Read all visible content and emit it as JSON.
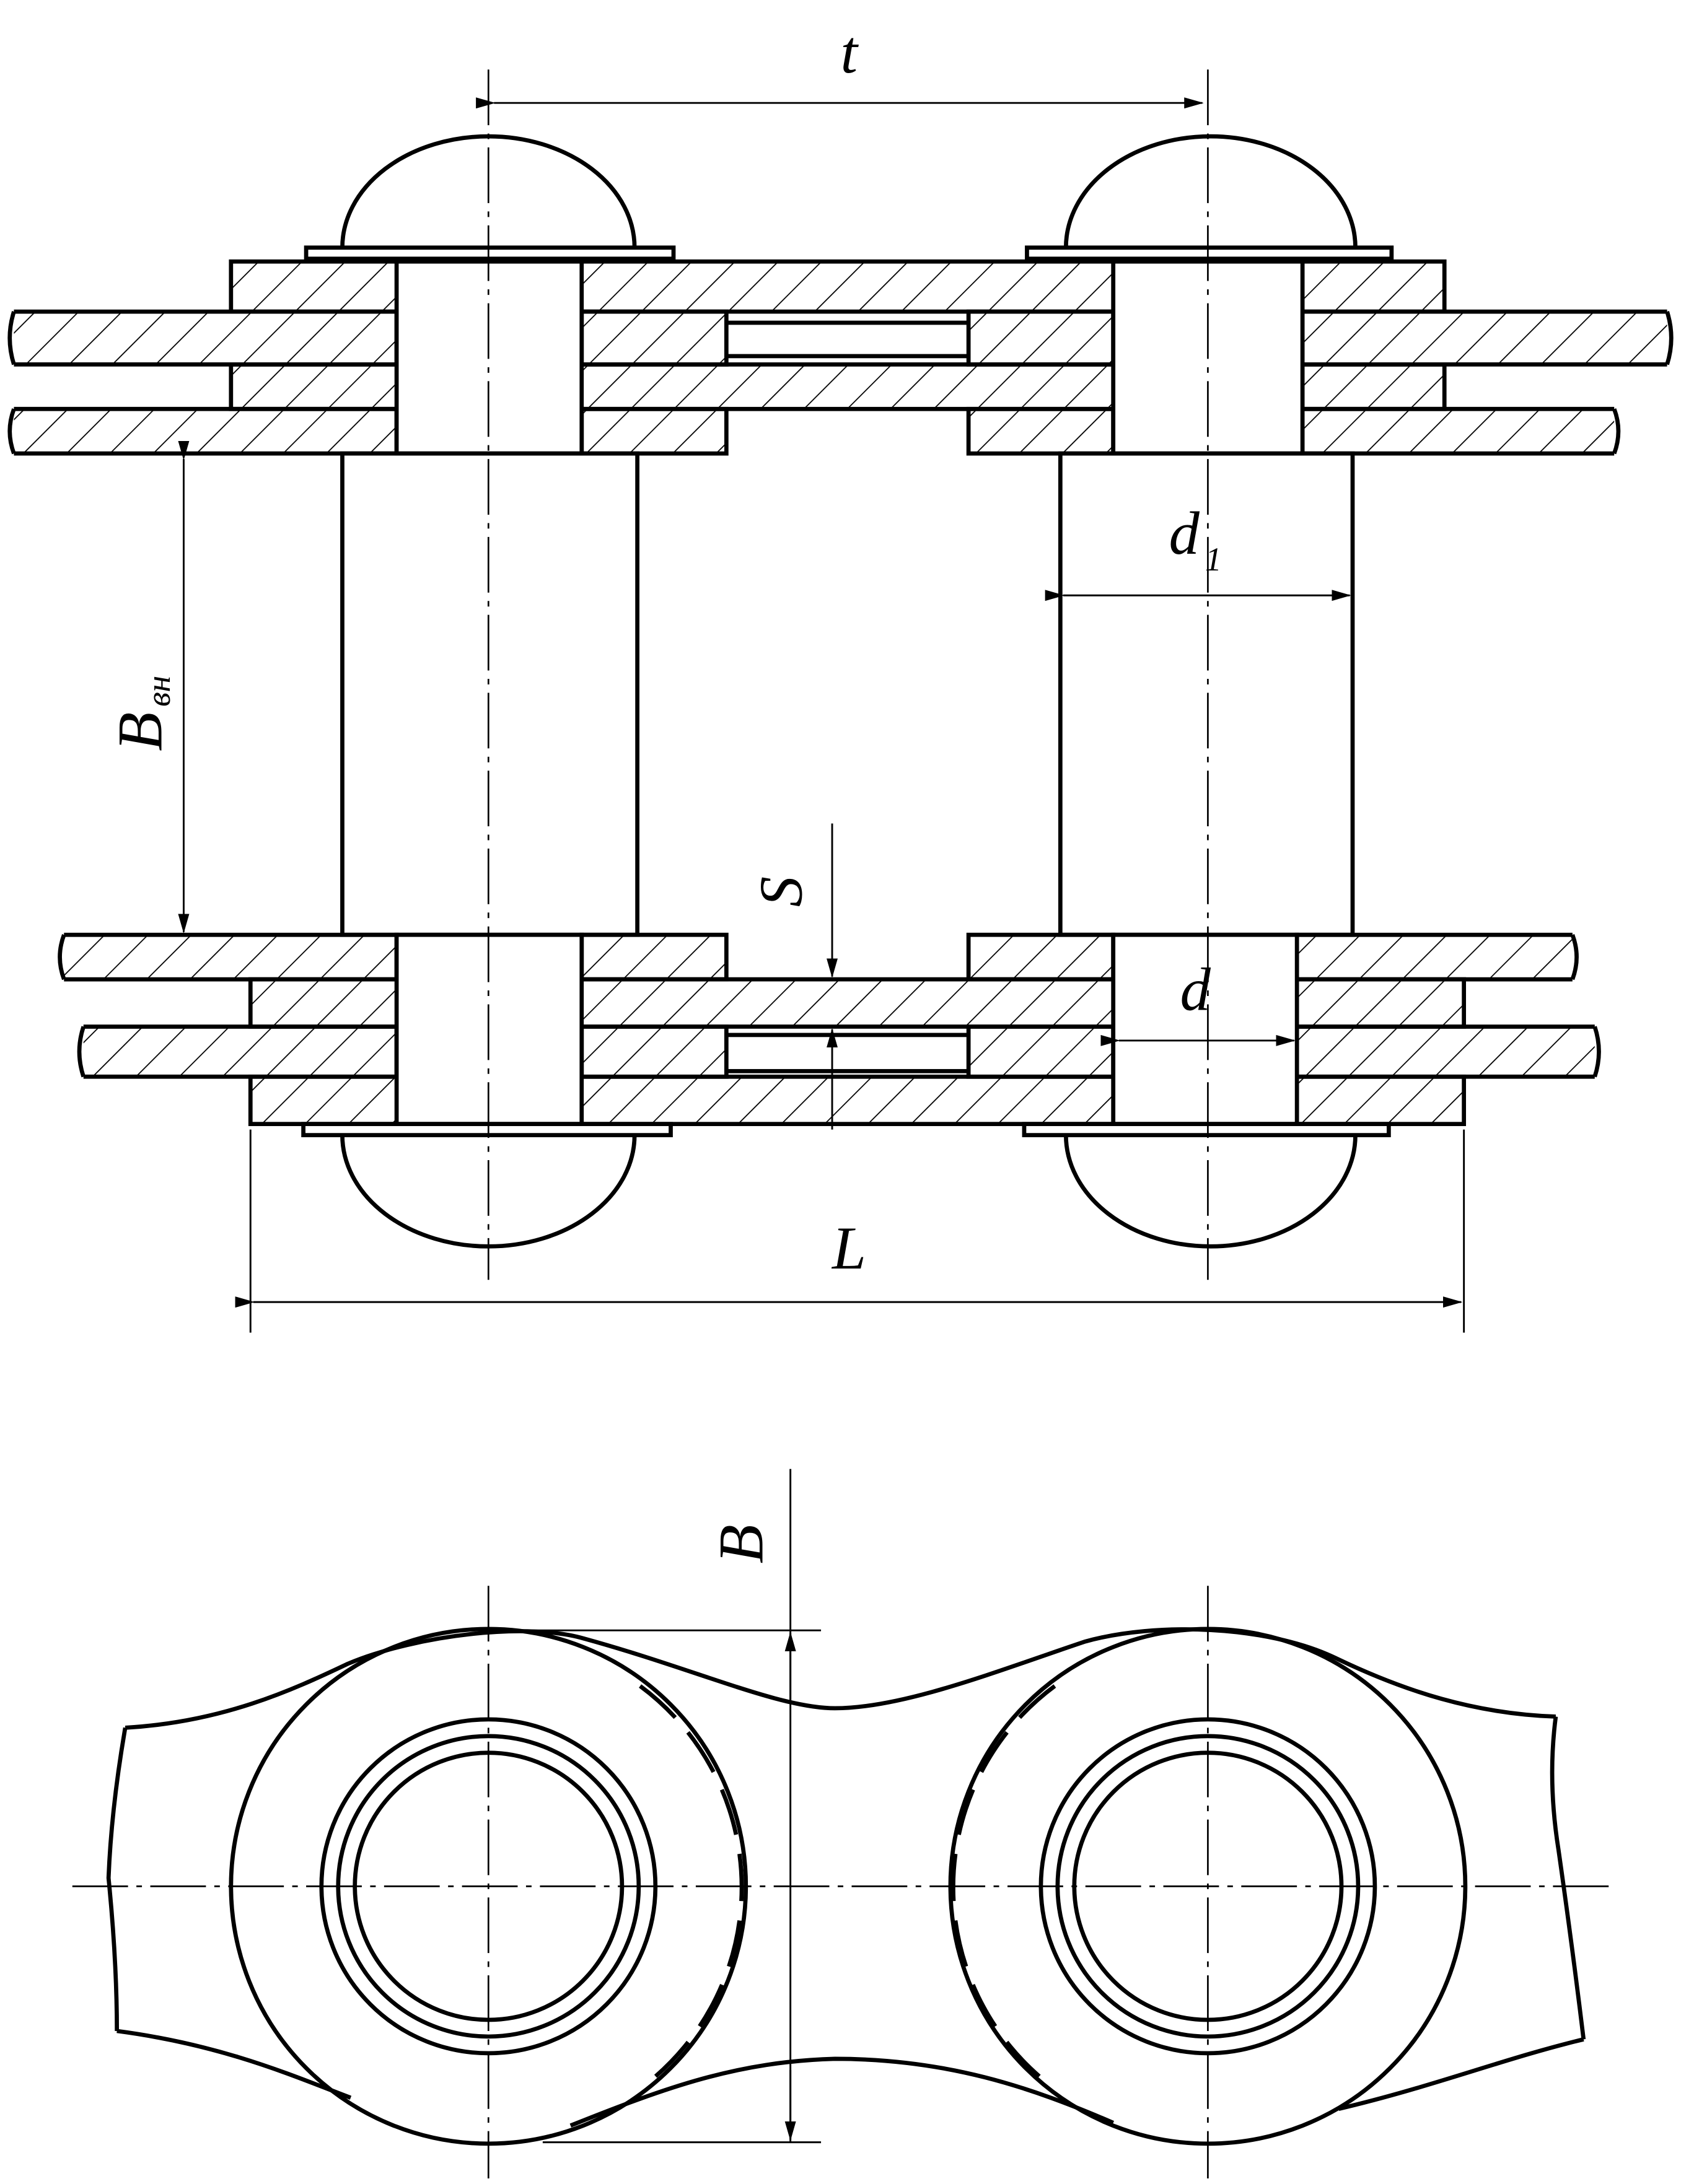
{
  "labels": {
    "pitch": "t",
    "inner_width": "B",
    "inner_width_sub": "вн",
    "roller_diameter": "d",
    "roller_diameter_sub": "1",
    "plate_thickness": "S",
    "pin_diameter": "d",
    "overall_length": "L",
    "plate_width": "B"
  },
  "colors": {
    "line": "#000000",
    "background": "#ffffff"
  }
}
